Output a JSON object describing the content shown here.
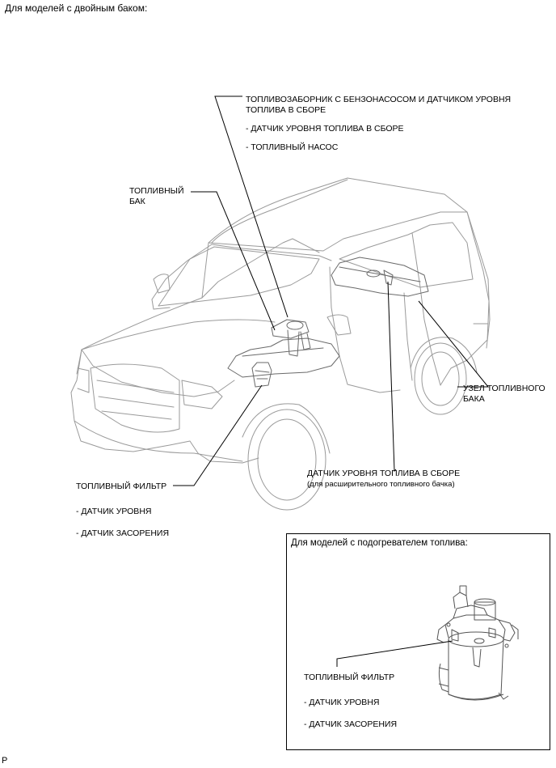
{
  "header": {
    "title": "Для моделей с двойным баком:"
  },
  "labels": {
    "pump_assembly_line1": "ТОПЛИВОЗАБОРНИК С БЕНЗОНАСОСОМ И ДАТЧИКОМ УРОВНЯ",
    "pump_assembly_line2": "ТОПЛИВА В СБОРЕ",
    "pump_sub1": "- ДАТЧИК УРОВНЯ ТОПЛИВА В СБОРЕ",
    "pump_sub2": "- ТОПЛИВНЫЙ НАСОС",
    "fuel_tank_line1": "ТОПЛИВНЫЙ",
    "fuel_tank_line2": "БАК",
    "tank_assembly_line1": "УЗЕЛ ТОПЛИВНОГО",
    "tank_assembly_line2": "БАКА",
    "sender_line1": "ДАТЧИК УРОВНЯ ТОПЛИВА В СБОРЕ",
    "sender_line2": "(для расширительного топливного бачка)",
    "filter_title": "ТОПЛИВНЫЙ ФИЛЬТР",
    "filter_sub1": "- ДАТЧИК УРОВНЯ",
    "filter_sub2": "- ДАТЧИК ЗАСОРЕНИЯ"
  },
  "inset": {
    "title": "Для моделей с подогревателем топлива:",
    "filter_title": "ТОПЛИВНЫЙ ФИЛЬТР",
    "filter_sub1": "- ДАТЧИК УРОВНЯ",
    "filter_sub2": "- ДАТЧИК ЗАСОРЕНИЯ"
  },
  "footer": {
    "code": "P"
  }
}
